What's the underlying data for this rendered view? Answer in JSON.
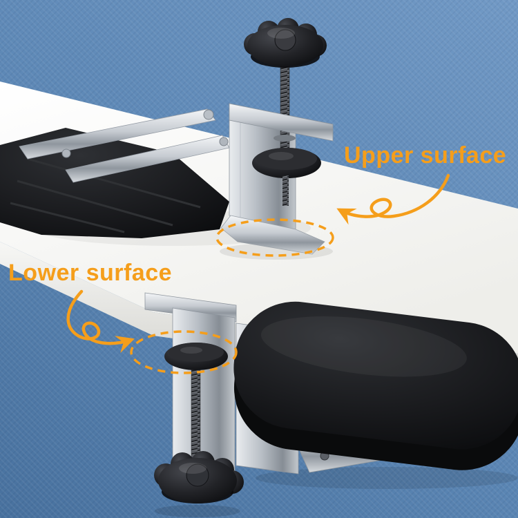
{
  "scene": {
    "type": "product-photo",
    "subject": "clamp-on ergonomic desk armrest shown mounted on the upper and lower surface of a desk edge",
    "colors": {
      "bg": "#5b86b4",
      "bg-light": "#7199c5",
      "bg-dark": "#48719e",
      "accent": "#f59e1b",
      "desk": "#ffffff",
      "product-dark": "#17181b",
      "metal-light": "#eef1f4",
      "metal-dark": "#9aa1a8"
    }
  },
  "annotations": {
    "upper": {
      "label": "Upper surface"
    },
    "lower": {
      "label": "Lower surface"
    }
  }
}
